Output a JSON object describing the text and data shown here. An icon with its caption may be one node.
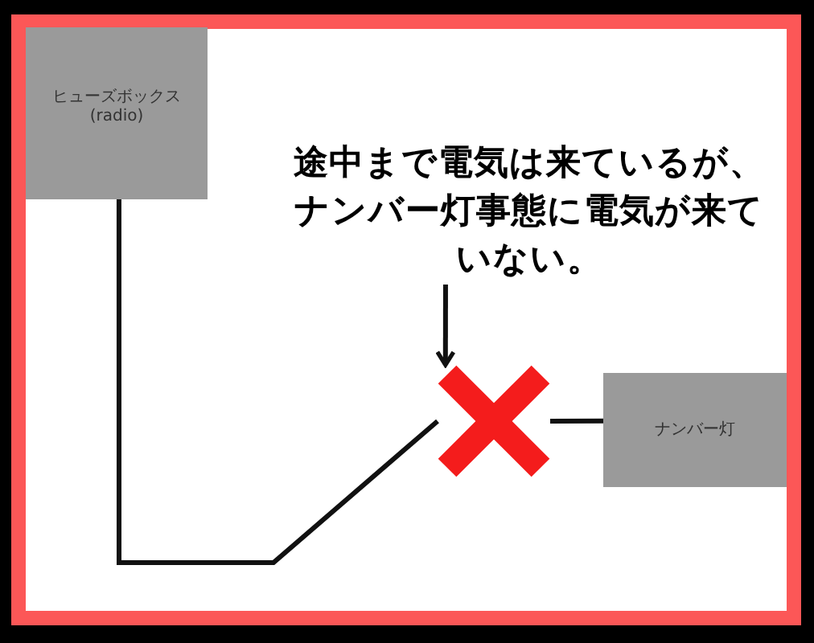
{
  "diagram": {
    "nodes": [
      {
        "text": [
          "ヒューズボックス",
          "(radio)"
        ]
      },
      {
        "text": [
          "途中まで電気は来ているが、ナンバー灯事態に電気が来ていない。"
        ]
      },
      {
        "text": [],
        "shape": "cross"
      },
      {
        "text": [
          "ナンバー灯"
        ]
      }
    ],
    "edges": [
      {
        "from": 0,
        "to": 2,
        "arrow": "none"
      },
      {
        "from": 1,
        "to": 2,
        "arrow": "to"
      },
      {
        "from": 2,
        "to": 3,
        "arrow": "none"
      }
    ]
  }
}
